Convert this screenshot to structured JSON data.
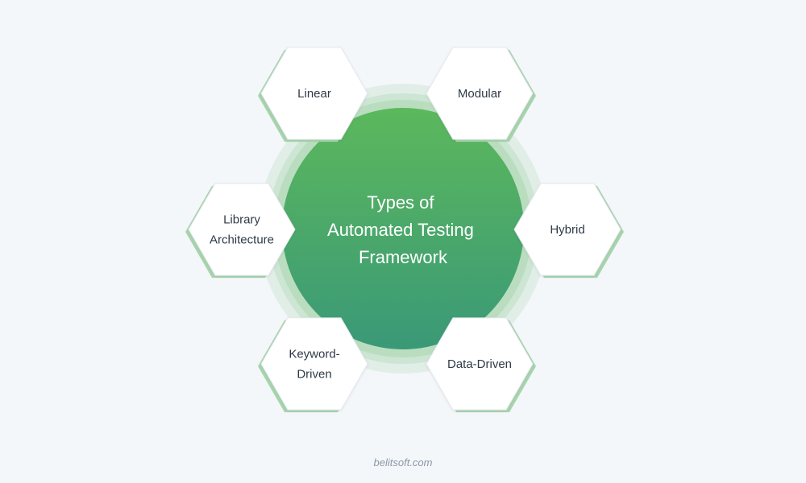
{
  "center": {
    "lines": [
      "Types of",
      "Automated Testing",
      "Framework"
    ]
  },
  "nodes": [
    {
      "id": "linear",
      "lines": [
        "Linear"
      ]
    },
    {
      "id": "modular",
      "lines": [
        "Modular"
      ]
    },
    {
      "id": "hybrid",
      "lines": [
        "Hybrid"
      ]
    },
    {
      "id": "data-driven",
      "lines": [
        "Data-Driven"
      ]
    },
    {
      "id": "keyword-driven",
      "lines": [
        "Keyword-",
        "Driven"
      ]
    },
    {
      "id": "library-architecture",
      "lines": [
        "Library",
        "Architecture"
      ]
    }
  ],
  "footer": {
    "text": "belitsoft.com"
  },
  "colors": {
    "background": "#f4f7fa",
    "center_top": "#5cb85c",
    "center_bottom": "#3a9977",
    "ring": "#a8d5ae",
    "hex_fill": "#ffffff",
    "hex_accent": "#a8d5ae",
    "text": "#2e3a47",
    "footer_text": "#8a97a6"
  }
}
